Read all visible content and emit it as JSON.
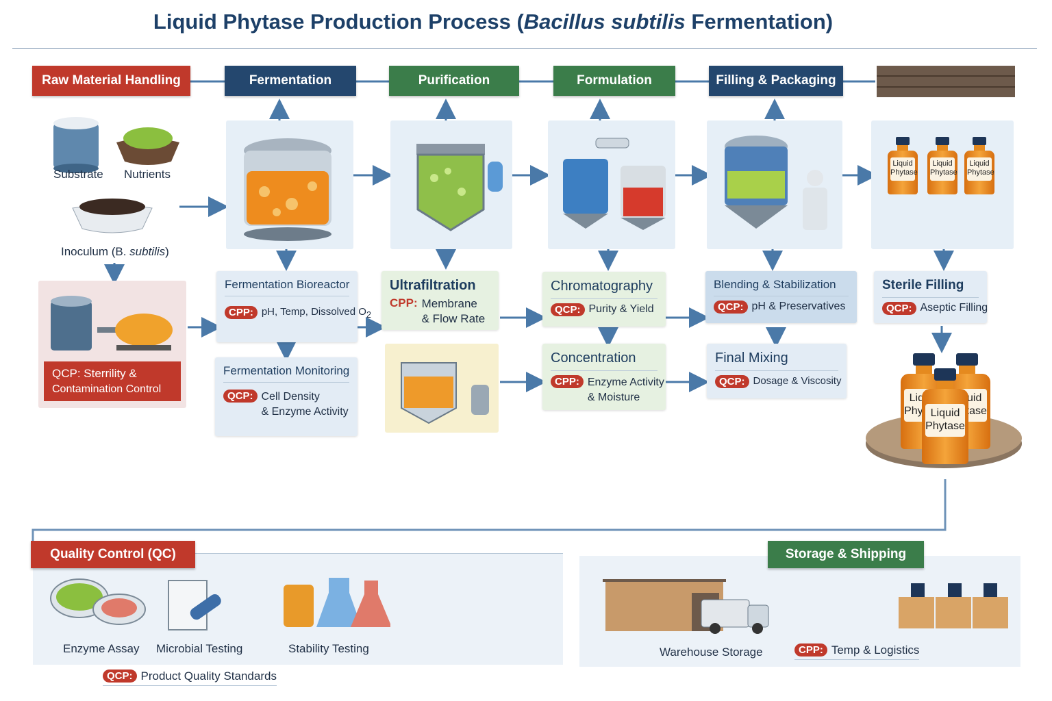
{
  "title": {
    "main": "Liquid Phytase Production Process (",
    "organism": "Bacillus subtilis",
    "tail": " Fermentation)"
  },
  "stages": {
    "raw": "Raw Material Handling",
    "fermentation": "Fermentation",
    "purification": "Purification",
    "formulation": "Formulation",
    "filling": "Filling & Packaging"
  },
  "raw": {
    "substrate": "Substrate",
    "nutrients": "Nutrients",
    "inoculum": "Inoculum (B. ",
    "inoculum_species": "subtilis",
    "inoculum_close": ")",
    "qcp_line1": "QCP: Sterrility &",
    "qcp_line2": "Contamination Control"
  },
  "fermentation": {
    "bioreactor_title": "Fermentation Bioreactor",
    "bioreactor_tag": "CPP:",
    "bioreactor_text": "pH, Temp, Dissolved O",
    "bioreactor_sub": "2",
    "monitoring_title": "Fermentation Monitoring",
    "monitoring_tag": "QCP:",
    "monitoring_line1": "Cell Density",
    "monitoring_line2": "& Enzyme Activity"
  },
  "purification": {
    "title": "Ultrafiltration",
    "tag": "CPP:",
    "line1": "Membrane",
    "line2": "& Flow Rate"
  },
  "formulation": {
    "chrom_title": "Chromatography",
    "chrom_tag": "QCP:",
    "chrom_text": "Purity & Yield",
    "conc_title": "Concentration",
    "conc_tag": "CPP:",
    "conc_line1": "Enzyme Activity",
    "conc_line2": "& Moisture"
  },
  "filling": {
    "blend_title": "Blending & Stabilization",
    "blend_tag": "QCP:",
    "blend_text": "pH & Preservatives",
    "mix_title": "Final Mixing",
    "mix_tag": "QCP:",
    "mix_text": "Dosage & Viscosity",
    "sterile_title": "Sterile Filling",
    "sterile_tag": "QCP:",
    "sterile_text": "Aseptic Filling"
  },
  "bottles": {
    "line1": "Liquid",
    "line2": "Phytase"
  },
  "qc": {
    "header": "Quality Control (QC)",
    "assay": "Enzyme Assay",
    "microbial": "Microbial Testing",
    "stability": "Stability Testing",
    "tag": "QCP:",
    "text": "Product Quality Standards"
  },
  "storage": {
    "header": "Storage & Shipping",
    "warehouse": "Warehouse Storage",
    "tag": "CPP:",
    "text": "Temp & Logistics"
  },
  "colors": {
    "red": "#c0392b",
    "navy": "#24476e",
    "green": "#3b7d4a",
    "arrow": "#4a79a8"
  }
}
